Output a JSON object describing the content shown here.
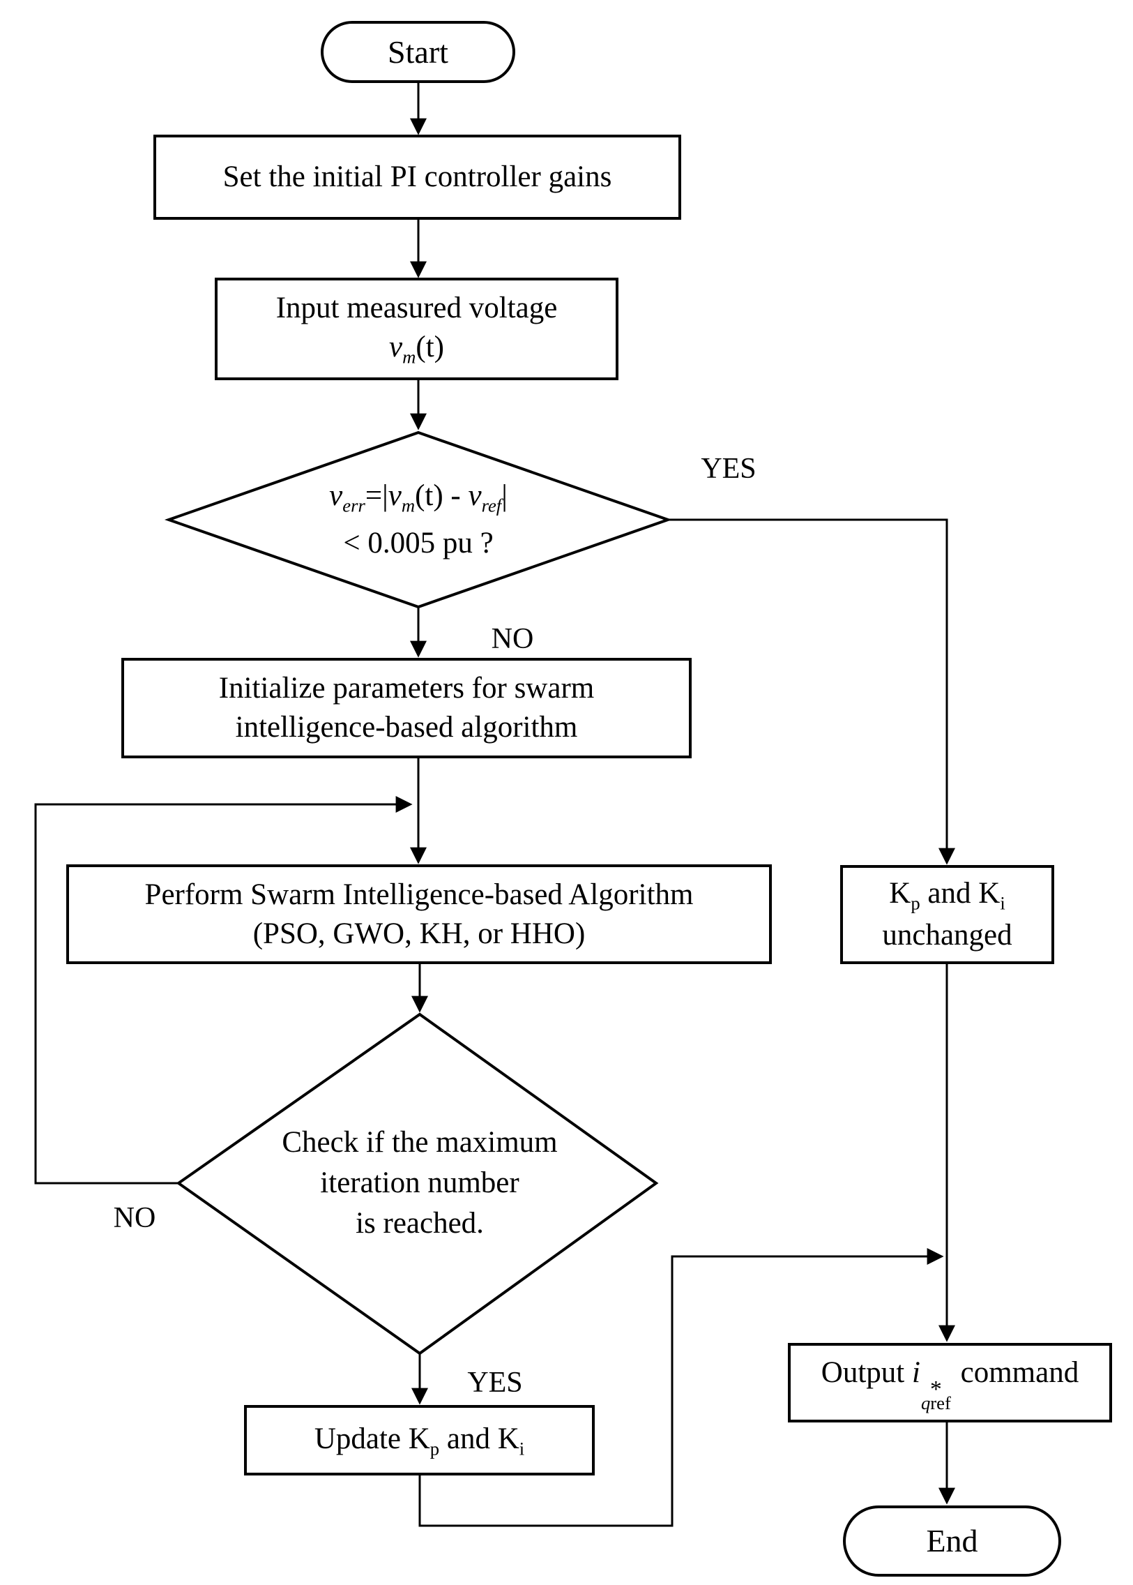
{
  "flow": {
    "start": "Start",
    "set_gains": "Set the initial PI controller gains",
    "input_line1": "Input measured voltage",
    "input_v": "v",
    "input_vsub": "m",
    "input_rest": "(t)",
    "d1_v1": "v",
    "d1_v1sub": "err",
    "d1_eq": "=|",
    "d1_v2": "v",
    "d1_v2sub": "m",
    "d1_mid": "(t) - ",
    "d1_v3": "v",
    "d1_v3sub": "ref",
    "d1_close": "|",
    "d1_line2": "< 0.005 pu ?",
    "init_line1": "Initialize parameters for swarm",
    "init_line2": "intelligence-based algorithm",
    "perform_line1": "Perform Swarm Intelligence-based Algorithm",
    "perform_line2": "(PSO, GWO, KH, or HHO)",
    "unchanged_k1": "K",
    "unchanged_k1sub": "p",
    "unchanged_and": " and ",
    "unchanged_k2": "K",
    "unchanged_k2sub": "i",
    "unchanged_line2": "unchanged",
    "d2_line1": "Check if the maximum",
    "d2_line2": "iteration number",
    "d2_line3": "is reached.",
    "update_pre": "Update K",
    "update_k1sub": "p",
    "update_mid": " and K",
    "update_k2sub": "i",
    "output_pre": "Output ",
    "output_i": "i",
    "output_sup": "*",
    "output_subq": "q",
    "output_subref": "ref",
    "output_post": " command",
    "end": "End"
  },
  "edge_labels": {
    "yes_top": "YES",
    "no_top": "NO",
    "no_loop": "NO",
    "yes_bottom": "YES"
  },
  "colors": {
    "line": "#000000",
    "background": "#ffffff",
    "node_fill": "#ffffff"
  }
}
